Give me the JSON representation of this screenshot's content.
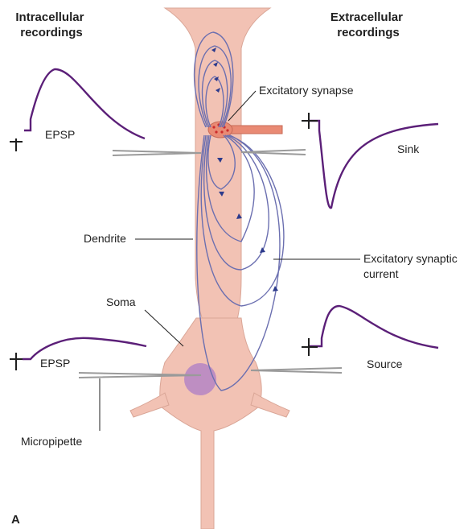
{
  "headers": {
    "intracellular": [
      "Intracellular",
      "recordings"
    ],
    "extracellular": [
      "Extracellular",
      "recordings"
    ]
  },
  "labels": {
    "excitatory_synapse": "Excitatory synapse",
    "epsp_top": "EPSP",
    "sink": "Sink",
    "dendrite": "Dendrite",
    "excitatory_synaptic_current": [
      "Excitatory synaptic",
      "current"
    ],
    "soma": "Soma",
    "epsp_bottom": "EPSP",
    "source": "Source",
    "micropipette": "Micropipette"
  },
  "panel_letter": "A",
  "colors": {
    "neuron_fill": "#f2c2b4",
    "neuron_edge": "#d9a596",
    "nucleus": "#b585c4",
    "current_lines": "#6b6fb0",
    "arrowheads": "#2c3a8c",
    "traces": "#5b1f78",
    "axon_terminal": "#e98a74",
    "vesicles": "#cc2b2b",
    "pipette": "#9a9a9a",
    "text": "#1f1f1f"
  }
}
